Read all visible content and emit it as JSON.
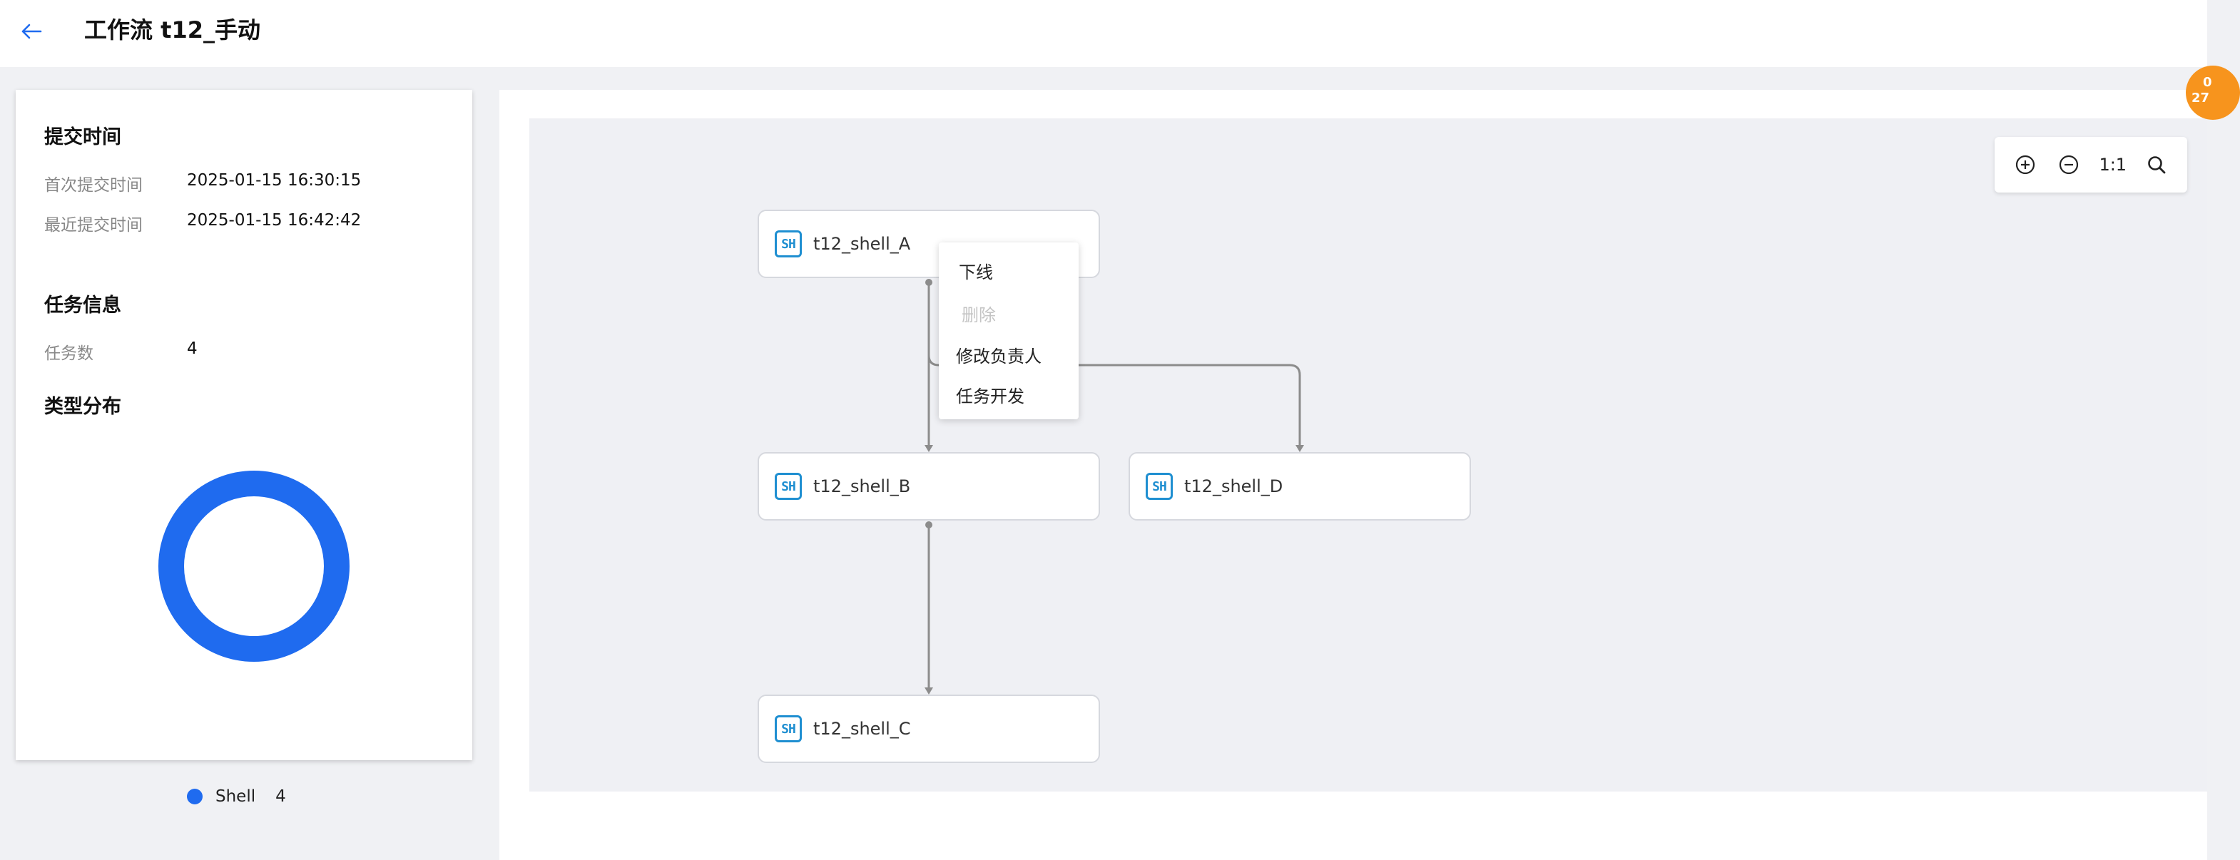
{
  "header": {
    "back_icon": "arrow-left-icon",
    "title": "工作流 t12_手动"
  },
  "summary": {
    "submit_section_title": "提交时间",
    "first_submit_label": "首次提交时间",
    "first_submit_value": "2025-01-15 16:30:15",
    "last_submit_label": "最近提交时间",
    "last_submit_value": "2025-01-15 16:42:42",
    "task_section_title": "任务信息",
    "task_count_label": "任务数",
    "task_count_value": "4",
    "type_section_title": "类型分布"
  },
  "type_distribution": {
    "legend_name": "Shell",
    "legend_count": "4",
    "color": "#1f6bef"
  },
  "toolbar": {
    "zoom_in_icon": "zoom-in-icon",
    "zoom_out_icon": "zoom-out-icon",
    "reset_label": "1:1",
    "search_icon": "search-icon"
  },
  "nodes": {
    "a": {
      "icon": "SH",
      "label": "t12_shell_A"
    },
    "b": {
      "icon": "SH",
      "label": "t12_shell_B"
    },
    "c": {
      "icon": "SH",
      "label": "t12_shell_C"
    },
    "d": {
      "icon": "SH",
      "label": "t12_shell_D"
    }
  },
  "context_menu": {
    "offline": "下线",
    "delete": "删除",
    "change_owner": "修改负责人",
    "task_dev": "任务开发"
  },
  "badge": {
    "line1": "0",
    "line2": "27"
  },
  "colors": {
    "accent": "#1f6bef",
    "node_icon": "#1f8fd1",
    "edge": "#8c8c8c",
    "badge": "#f7941d"
  }
}
